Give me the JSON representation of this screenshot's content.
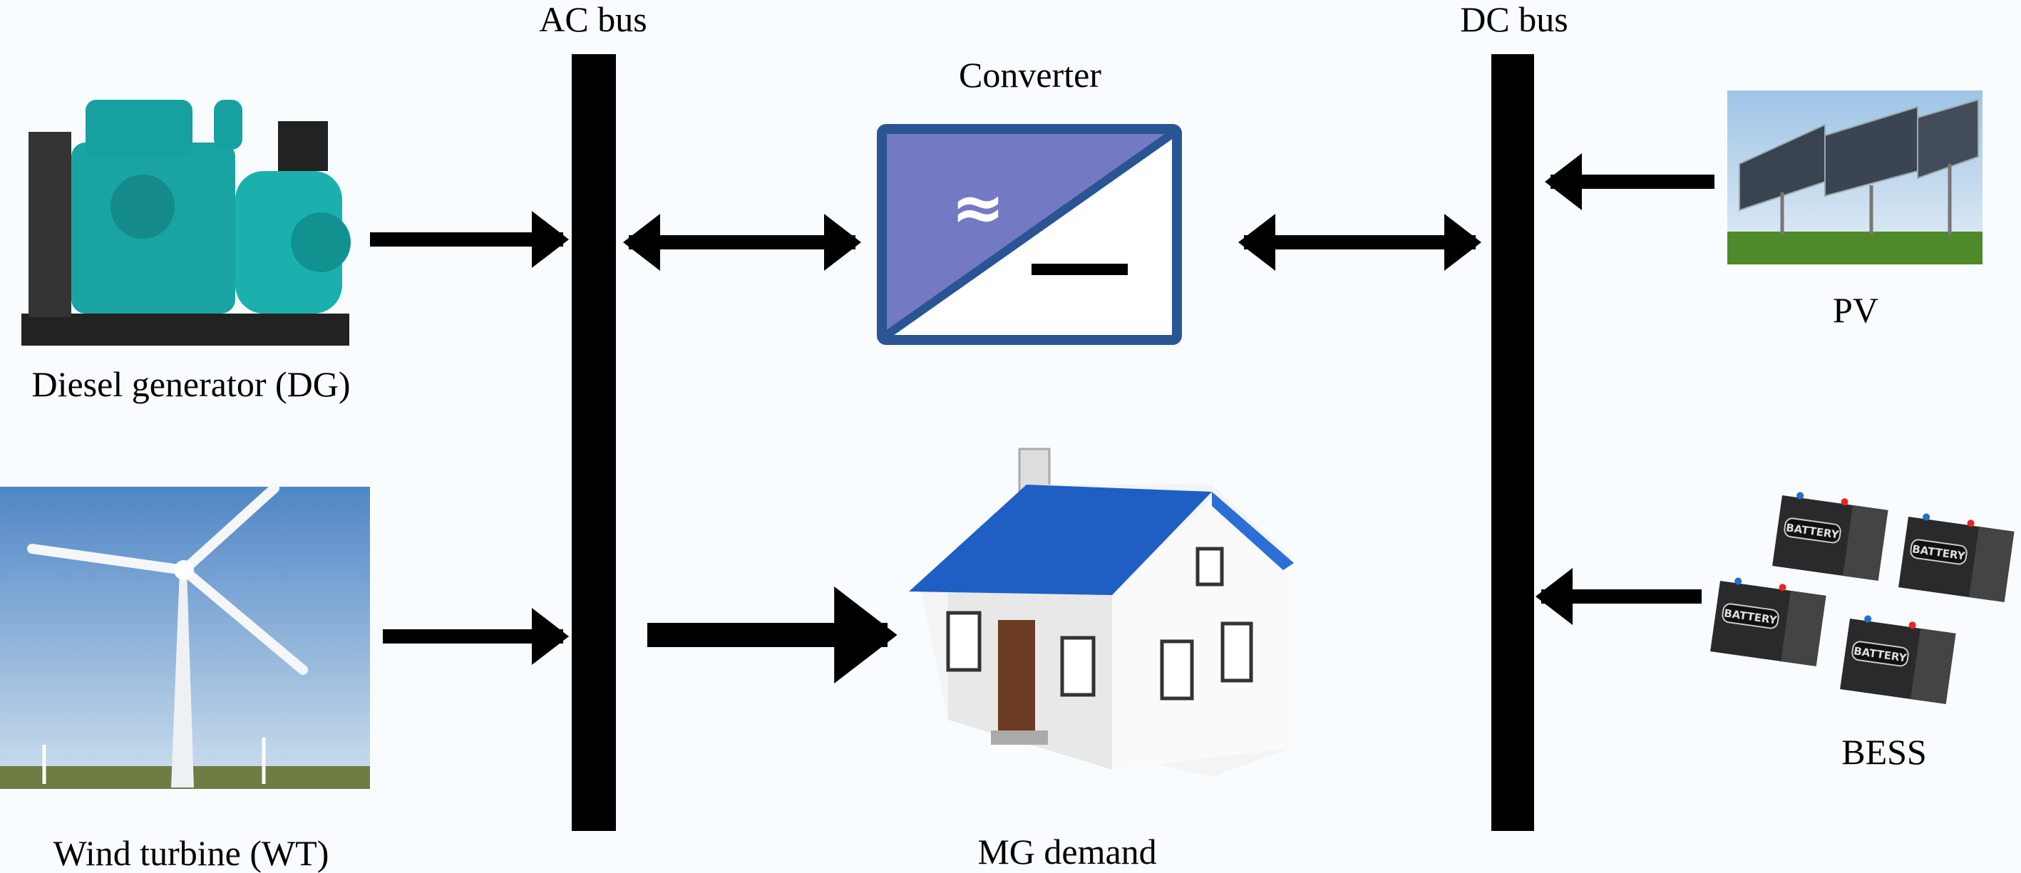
{
  "title_ac_bus": "AC bus",
  "title_dc_bus": "DC bus",
  "converter": {
    "label": "Converter",
    "ac_symbol": "≈"
  },
  "components": {
    "dg": "Diesel generator (DG)",
    "wt": "Wind turbine (WT)",
    "pv": "PV",
    "bess": "BESS",
    "demand": "MG demand"
  },
  "battery_label": "BATTERY",
  "colors": {
    "converter_fill": "#7479c4",
    "converter_border": "#2a5595",
    "roof": "#1f5fc4",
    "genset": "#1aa3a3"
  }
}
